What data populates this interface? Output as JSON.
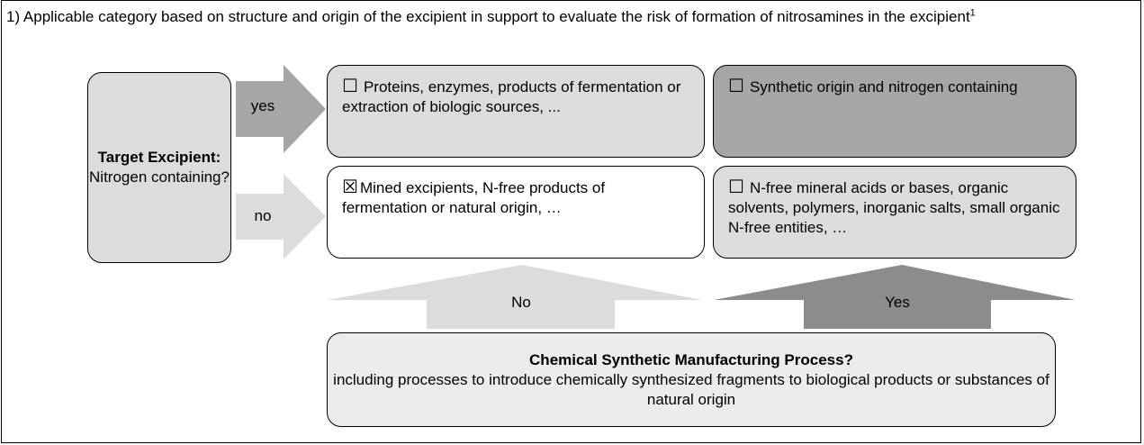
{
  "heading": {
    "text": "1) Applicable category based on structure and origin of the excipient in support to evaluate the risk of formation of nitrosamines in the excipient",
    "superscript": "1"
  },
  "target": {
    "title": "Target Excipient:",
    "question": "Nitrogen containing?"
  },
  "arrows": {
    "yes_label": "yes",
    "no_label": "no",
    "no_up_label": "No",
    "yes_up_label": "Yes"
  },
  "options": {
    "biologic": {
      "checked": false,
      "checkbox": "☐",
      "text": "Proteins, enzymes, products of fermentation or extraction of biologic sources, ..."
    },
    "synthetic": {
      "checked": false,
      "checkbox": "☐",
      "text": "Synthetic origin and nitrogen containing"
    },
    "mined": {
      "checked": true,
      "checkbox": "☒",
      "text": "Mined excipients, N-free products of fermentation or natural origin, …"
    },
    "nfree": {
      "checked": false,
      "checkbox": "☐",
      "text": "N-free mineral acids or bases, organic solvents, polymers, inorganic salts, small organic N-free entities, …"
    }
  },
  "process": {
    "title": "Chemical Synthetic Manufacturing Process?",
    "description": "including processes to introduce chemically synthesized fragments to biological products or substances of natural origin"
  },
  "colors": {
    "light_gray": "#dcdcdc",
    "mid_gray": "#a6a6a6",
    "dark_gray": "#8c8c8c",
    "pale_gray": "#ececec"
  }
}
